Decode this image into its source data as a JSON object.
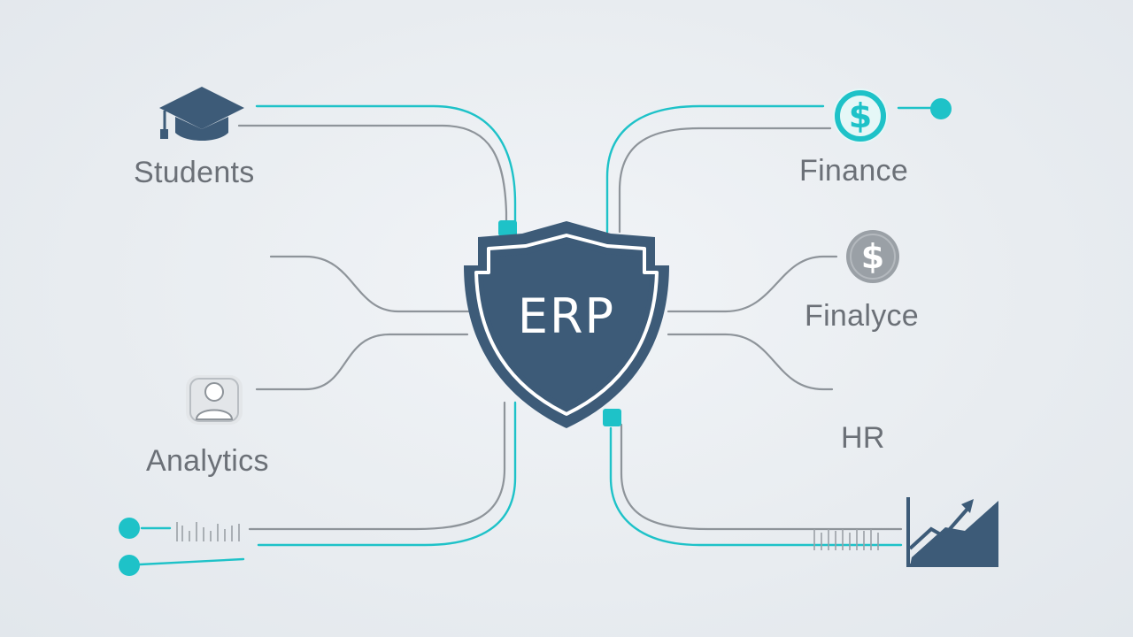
{
  "center": {
    "label": "ERP"
  },
  "nodes": {
    "students": {
      "label": "Students",
      "icon": "graduation-cap-icon"
    },
    "finance": {
      "label": "Finance",
      "icon": "dollar-circle-icon"
    },
    "finalyce": {
      "label": "Finalyce",
      "icon": "dollar-circle-icon"
    },
    "analytics": {
      "label": "Analytics",
      "icon": "user-avatar-icon"
    },
    "hr": {
      "label": "HR"
    },
    "chart": {
      "icon": "growth-chart-icon"
    }
  },
  "icon_glyphs": {
    "dollar": "$"
  },
  "colors": {
    "background": "#e9edf1",
    "shield": "#3d5b78",
    "accent": "#1ec2c8",
    "line": "#8e949a",
    "label": "#6b7077"
  }
}
